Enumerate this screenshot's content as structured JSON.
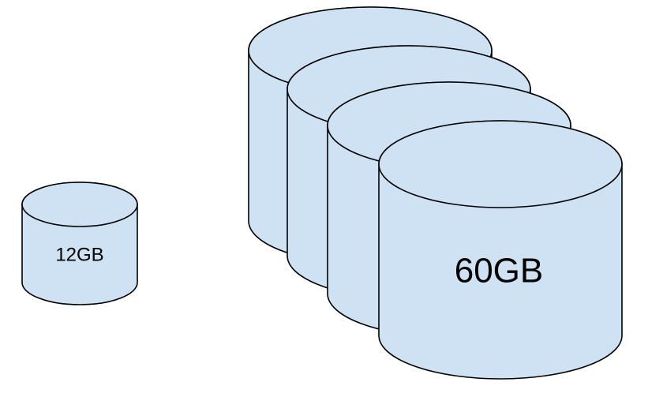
{
  "colors": {
    "cylinder_fill": "#cfe2f3",
    "outline": "#000000",
    "background": "#ffffff"
  },
  "small_disk": {
    "label": "12GB"
  },
  "large_disk_stack": {
    "count": 4,
    "label": "60GB"
  }
}
